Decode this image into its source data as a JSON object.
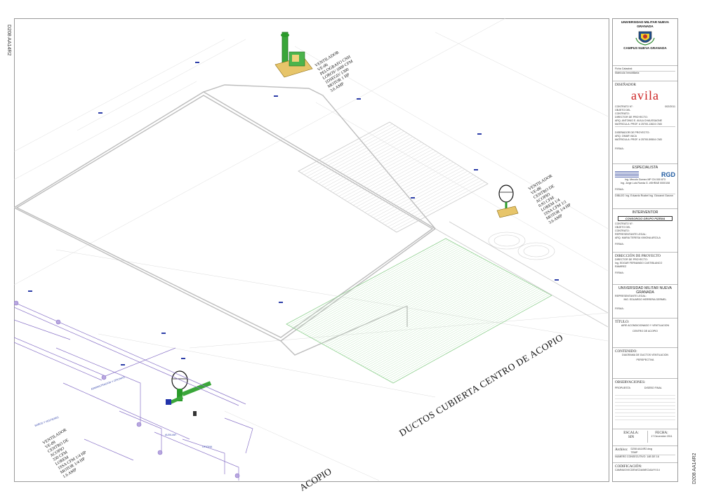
{
  "sheet_code": "D208 AA14R2",
  "drawing": {
    "title": "DUCTOS CUBIERTA CENTRO DE ACOPIO",
    "title_bottom_fragment": "ACOPIO",
    "fan_labels": [
      {
        "lines": [
          "VENTILADOR",
          "VE-06",
          "PELOGRAFO CNH",
          "LOROS/ 1000 CFM",
          "1DSEGD/ 1300",
          "MOTOR 1 HP",
          "3.6 AMP"
        ]
      },
      {
        "lines": [
          "VENTILADOR",
          "VE-08",
          "CENTRO DE",
          "ACOPIO",
          "0.93 CFM",
          "LOREM 1/4",
          "1SSA CFM 1/1",
          "MOTOR 1/4 HP",
          "3.6 AMP"
        ]
      },
      {
        "lines": [
          "VENTILADOR",
          "VE-09",
          "CENTRO DE",
          "ACOPIO",
          "330 CFM",
          "LOREM",
          "1SSA CFM 1/4 HP",
          "MOTOR 1/4 HP",
          "1.6 AMP"
        ]
      }
    ]
  },
  "title_block": {
    "university": "UNIVERSIDAD MILITAR NUEVA GRANADA",
    "campus": "CAMPUS NUEVA GRANADA",
    "ficha": "Ficha Catastral:",
    "matricula": "Matrícula Inmobiliaria:",
    "disenador_header": "DISEÑADOR",
    "avila_logo": "avila",
    "disenador_lines": [
      "CONTRATO N°:",
      "OBJETO DEL",
      "CONTRATO:",
      "DIRECTOR DE PROYECTO:",
      "ARQ. ANTONIO E. AVILA CHAUSSAGNE",
      "MATRICULA: PROF. # 25700-13624 CND"
    ],
    "contract_no": "002/2011",
    "disenador_proyecto": [
      "DISEÑADOR DE PROYECTO:",
      "ARQ. OMAR VACA",
      "MATRICULA: PROF. # 25700-59504 CND"
    ],
    "firma": "FIRMA:",
    "especialista_header": "ESPECIALISTA",
    "especialista_logo": "RGD",
    "especialista_lines": [
      "Ing. Mecolo Gomez MP CN 000 873",
      "Ing. Jorge Luis Rueda G. #SHRAE 0000108"
    ],
    "dibujo": "DIBUJO: Ing. Eduardo Rusbel Ing. Giovanni Garzon",
    "interventor_header": "INTERVENTOR",
    "interventor_logo": "CONSORCIO GRUPO PIZEMA",
    "interventor_lines": [
      "CONTRATO N°:",
      "OBJETO DEL",
      "CONTRATO:",
      "REPRESENTANTE LEGAL:",
      "ARQ. MARIA TERESA VIMONA ARCILA"
    ],
    "direccion_header": "DIRECCIÓN DE PROYECTO",
    "direccion_lines": [
      "DIRECTOR DE PROYECTO:",
      "Ing. EDGAR FERNANDO CASTIBLANCO",
      "RAMIREZ"
    ],
    "umng_header": "UNIVERSIDAD MILITAR NUEVA GRANADA",
    "umng_lines": [
      "REPRESENTANTE LEGAL:",
      "ING. EDUARDO HERRERA GERMEL"
    ],
    "titulo_header": "TÍTULO:",
    "titulo_lines": [
      "AIRE ACONDICIONADO Y VENTILACION",
      "CENTRO DE ACOPIO"
    ],
    "contenido_header": "CONTENIDO:",
    "contenido_lines": [
      "DIAGRAMA DE DUCTOS VENTILACION",
      "PERSPECTIVA"
    ],
    "observaciones_header": "OBSERVACIONES:",
    "obs_cols": [
      "PROPUESTA",
      "DISEÑO FINAL"
    ],
    "escala_label": "ESCALA:",
    "escala_value": "SIN",
    "fecha_label": "FECHA:",
    "fecha_value": "17 December 2011",
    "archivo_label": "Archivo:",
    "archivo_value": "D208 AA14R2.dwg",
    "archivo_sub": "TEMP",
    "consecutivo_label": "NUMERO CONSECUTIVO:",
    "consecutivo_value": "14B DE 16",
    "codificacion_label": "CODIFICACIÓN:",
    "codificacion_value": "CAMNUG/VICDEN/CDA/MECIAA/YV14"
  },
  "colors": {
    "roof_grid": "#d5d5d5",
    "duct_green": "#8fd08f",
    "fan_green": "#2a9a2a",
    "floor_purple": "#8a74c8",
    "tag_blue": "#2d3ea8",
    "border": "#9a9a9a"
  }
}
